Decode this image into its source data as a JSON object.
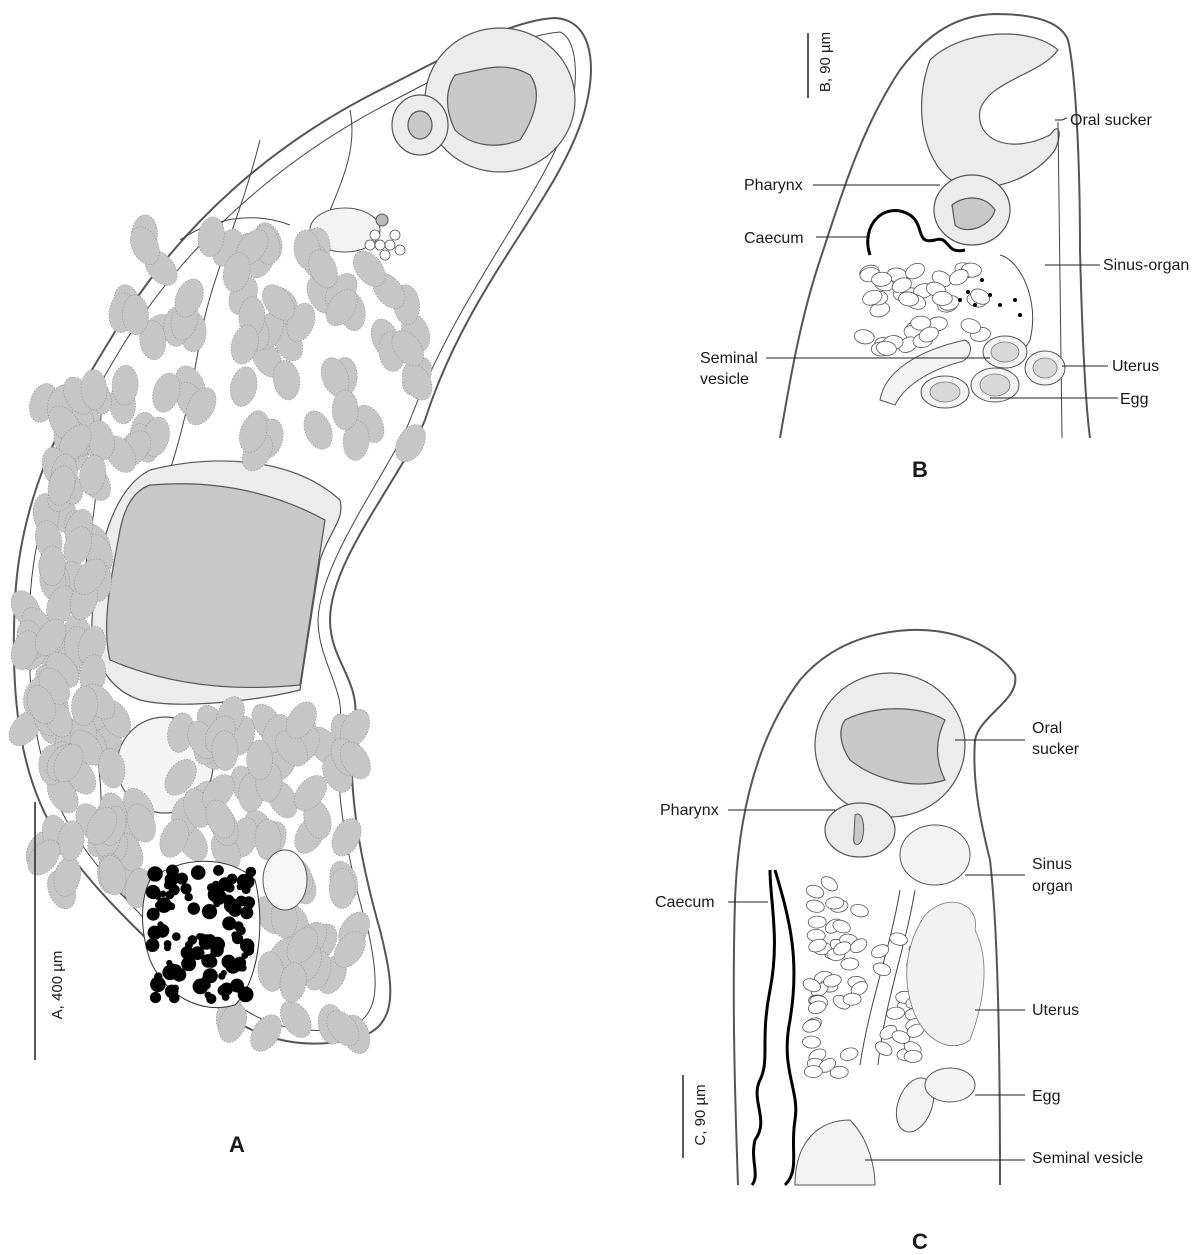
{
  "panels": {
    "a": {
      "letter": "A",
      "scale_label": "A, 400 µm"
    },
    "b": {
      "letter": "B",
      "scale_label": "B, 90 µm",
      "labels": {
        "oral_sucker": "Oral sucker",
        "pharynx": "Pharynx",
        "caecum": "Caecum",
        "sinus_organ": "Sinus-organ",
        "seminal_vesicle_line1": "Seminal",
        "seminal_vesicle_line2": "vesicle",
        "uterus": "Uterus",
        "egg": "Egg"
      }
    },
    "c": {
      "letter": "C",
      "scale_label": "C, 90 µm",
      "labels": {
        "oral_sucker_line1": "Oral",
        "oral_sucker_line2": "sucker",
        "pharynx": "Pharynx",
        "sinus_organ_line1": "Sinus",
        "sinus_organ_line2": "organ",
        "caecum": "Caecum",
        "uterus": "Uterus",
        "egg": "Egg",
        "seminal_vesicle": "Seminal vesicle"
      }
    }
  },
  "colors": {
    "lumen": "#c8c8c8",
    "yolk_follicles": "#c6c6c6",
    "ovary_dots": "#000000",
    "outline": "#555555"
  }
}
